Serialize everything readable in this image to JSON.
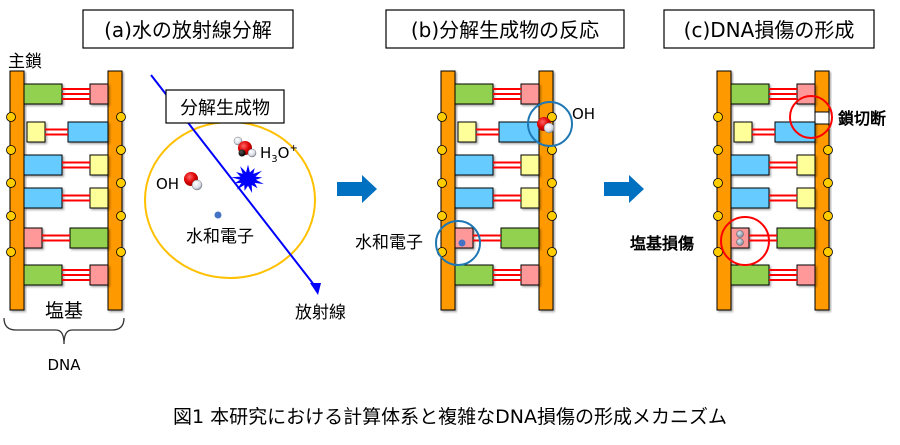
{
  "panels": [
    {
      "id": "a",
      "title": "(a)水の放射線分解"
    },
    {
      "id": "b",
      "title": "(b)分解生成物の反応"
    },
    {
      "id": "c",
      "title": "(c)DNA損傷の形成"
    }
  ],
  "labels": {
    "backbone": "主鎖",
    "base": "塩基",
    "dna": "DNA",
    "products_box": "分解生成物",
    "oh": "OH",
    "h3o_main": "H",
    "h3o_sub": "3",
    "h3o_o": "O",
    "h3o_sup": "+",
    "hydrated_electron": "水和電子",
    "radiation": "放射線",
    "b_oh": "OH",
    "b_hydrated_electron": "水和電子",
    "strand_break": "鎖切断",
    "base_damage": "塩基損傷"
  },
  "dna_pairs": [
    {
      "left": "green",
      "right": "pink",
      "bonds": 3,
      "left_long": true
    },
    {
      "left": "yellow",
      "right": "blue",
      "bonds": 2,
      "left_long": false
    },
    {
      "left": "blue",
      "right": "yellow",
      "bonds": 2,
      "left_long": true
    },
    {
      "left": "blue",
      "right": "yellow",
      "bonds": 2,
      "left_long": true
    },
    {
      "left": "pink",
      "right": "green",
      "bonds": 2,
      "left_long": false
    },
    {
      "left": "green",
      "right": "pink",
      "bonds": 3,
      "left_long": true
    }
  ],
  "colors": {
    "backbone": "#ff9900",
    "phosphate": "#ffcc00",
    "green": "#92d050",
    "pink": "#ff9999",
    "yellow": "#ffff99",
    "blue": "#66ccff",
    "bond": "#ff0000",
    "arrow": "#0070c0",
    "radiation": "#0000ff",
    "products_circle": "#ffc000",
    "highlight_blue": "#1f77b4",
    "highlight_red": "#ff0000",
    "electron": "#4472c4"
  },
  "caption": "図1 本研究における計算体系と複雑なDNA損傷の形成メカニズム"
}
